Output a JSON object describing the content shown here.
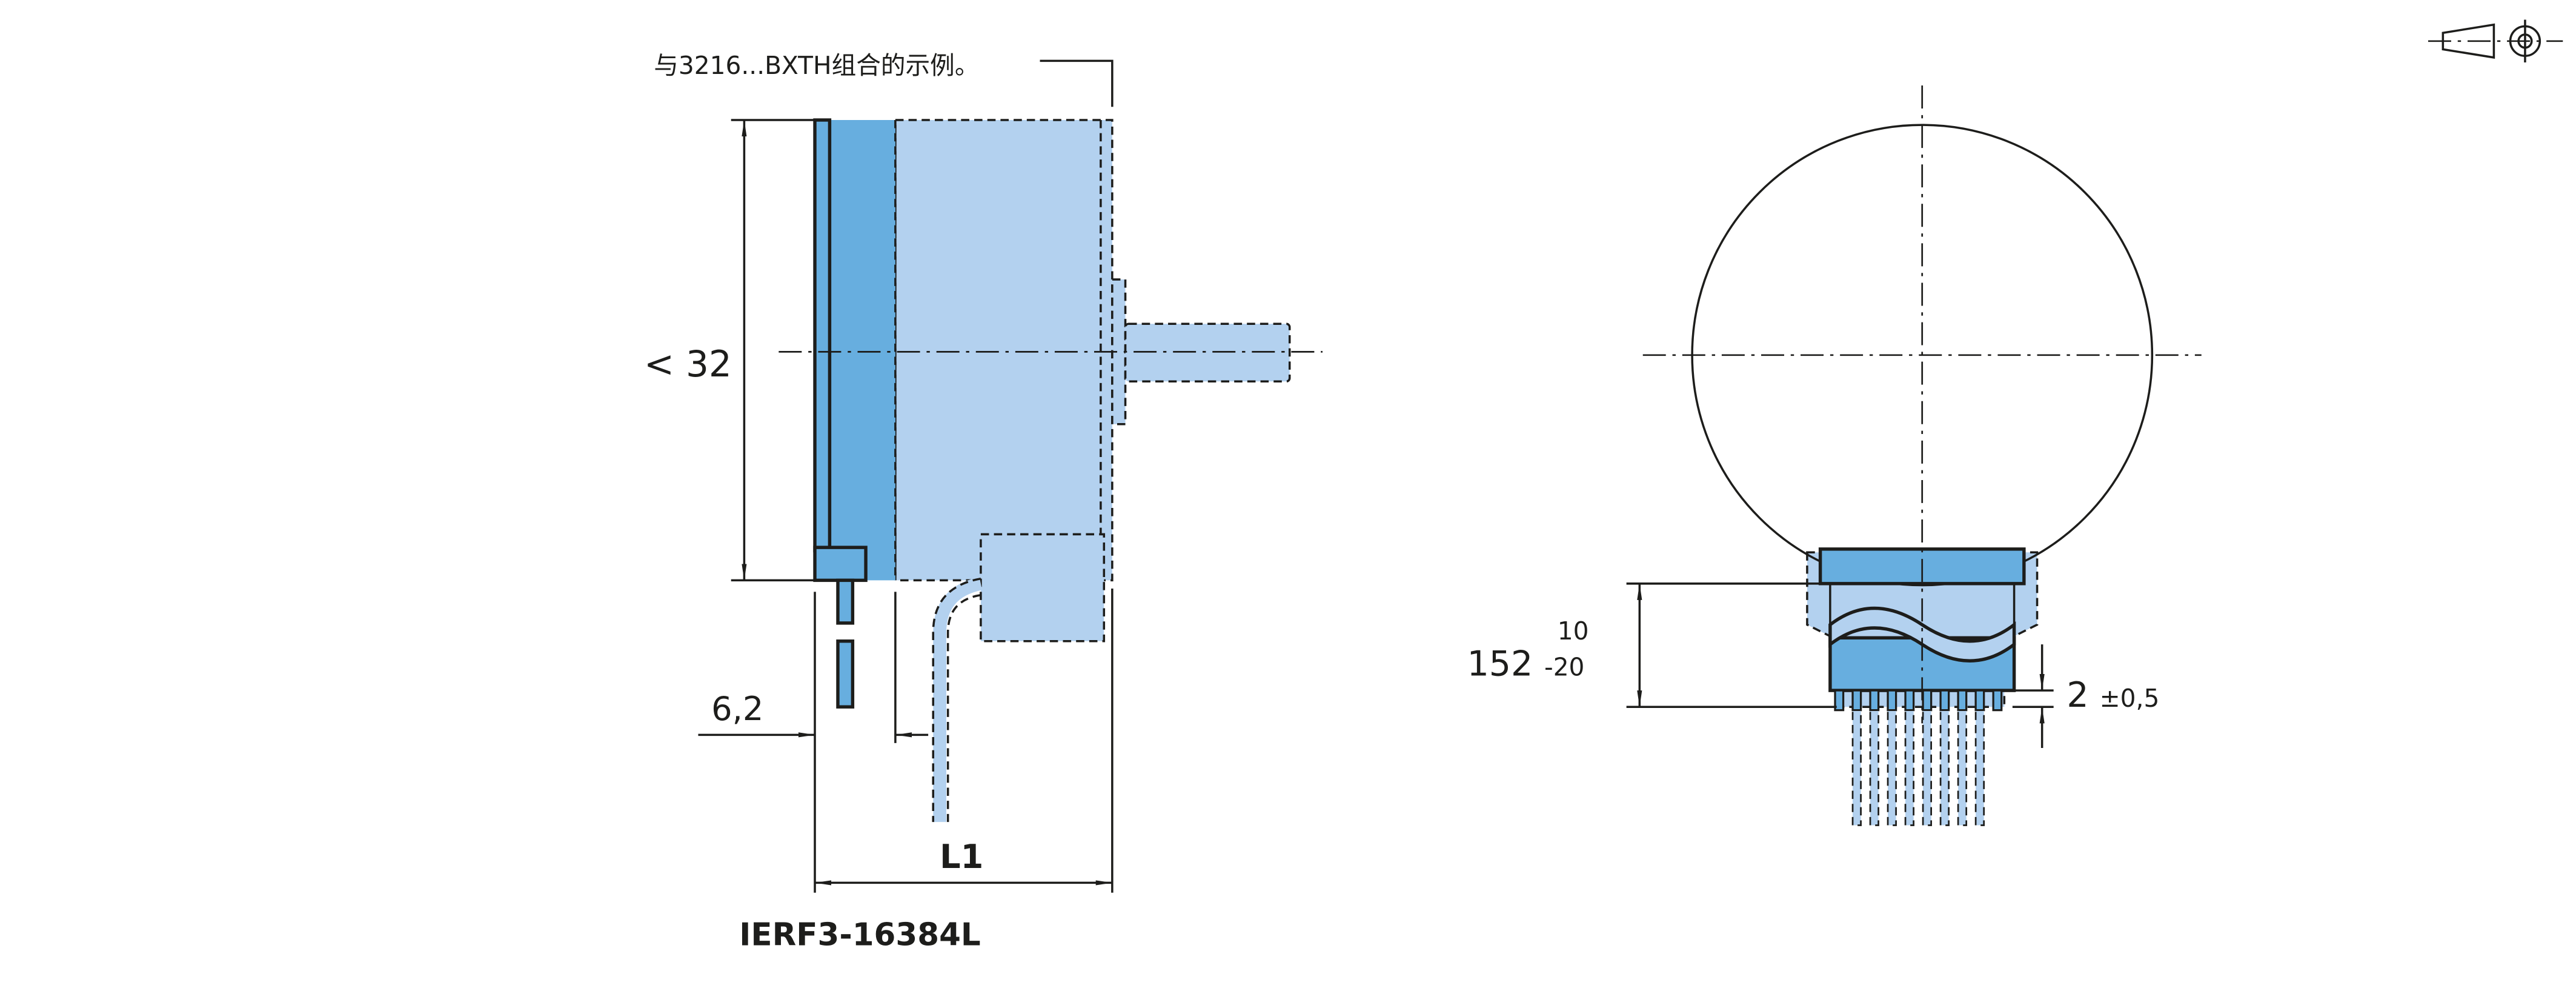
{
  "caption": "与3216...BXTH组合的示例。",
  "model_label": "IERF3-16384L",
  "dimensions": {
    "height": "< 32",
    "offset": "6,2",
    "length": "L1",
    "cable_length": "152",
    "cable_tol_upper": "10",
    "cable_tol_lower": "-20",
    "strip_length": "2",
    "strip_tol": "±0,5"
  },
  "colors": {
    "primary_blue": "#67aedf",
    "light_blue": "#b3d1ef",
    "line": "#1d1d1b"
  },
  "icons": [
    "projection-symbol-icon"
  ]
}
